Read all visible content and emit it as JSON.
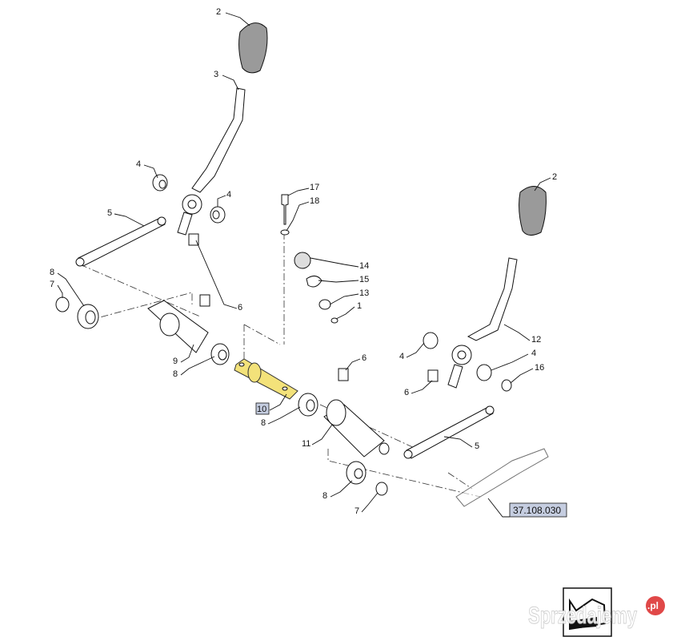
{
  "diagram": {
    "callouts": [
      "2",
      "3",
      "4",
      "4",
      "5",
      "8",
      "7",
      "6",
      "9",
      "8",
      "8",
      "17",
      "18",
      "14",
      "15",
      "13",
      "1",
      "6",
      "11",
      "5",
      "8",
      "7",
      "2",
      "12",
      "4",
      "4",
      "16",
      "6"
    ],
    "highlighted_part": "10",
    "reference": "37.108.030",
    "highlight_color": "#f3e27a",
    "ref_box_color": "#c5cde0"
  },
  "watermark": {
    "text": "Sprzedajemy",
    "badge": ".pl"
  }
}
